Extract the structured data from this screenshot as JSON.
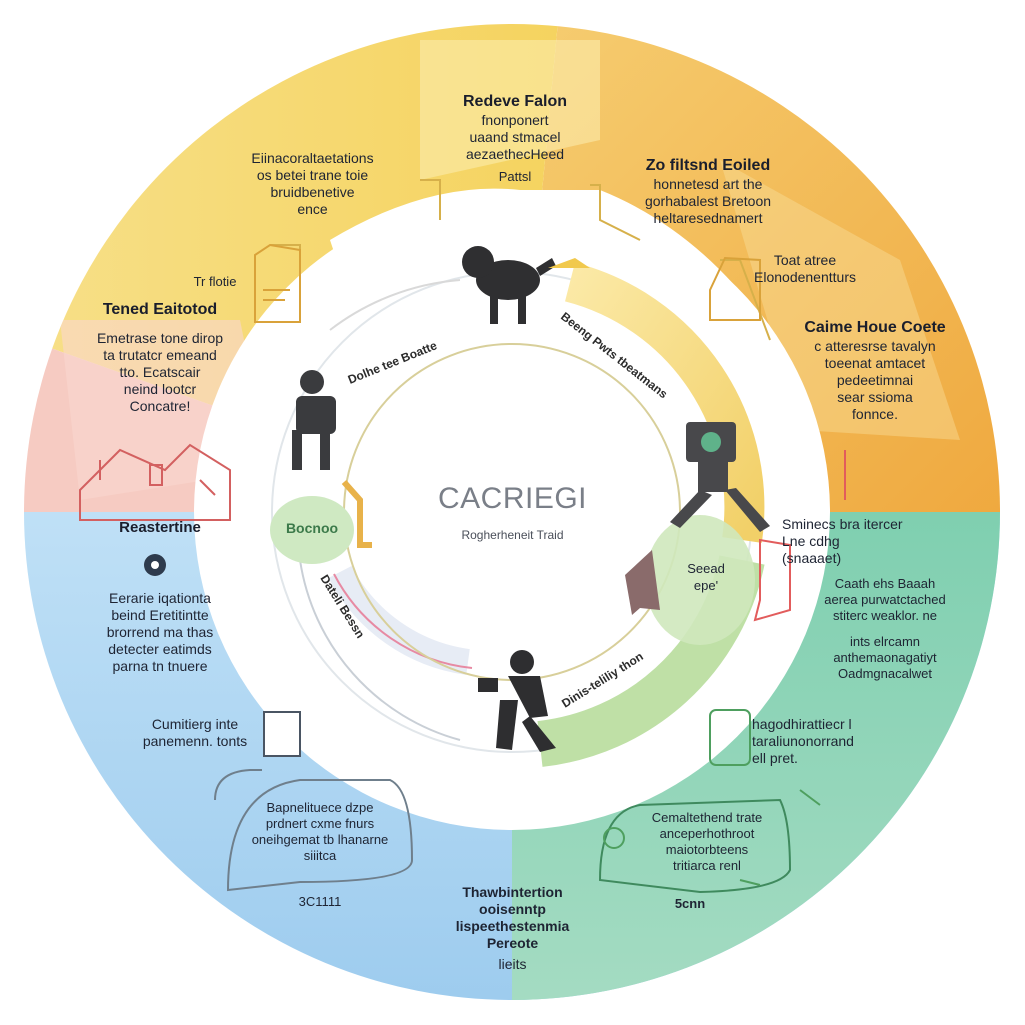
{
  "center": {
    "title": "CACRIEGI",
    "subtitle": "Rogherheneit Traid"
  },
  "colors": {
    "yellow": "#f6dc74",
    "orange": "#f2b64c",
    "pink": "#f7c9c1",
    "blue": "#a9d2ef",
    "green": "#8fd3b8",
    "inner_green": "#b8dca0",
    "ink": "#1e2433"
  },
  "segments": {
    "top": {
      "heading": "Redeve Falon",
      "lines": [
        "fnonponert",
        "uaand stmacel",
        "aezaethecHeed"
      ],
      "tag": "Pattsl"
    },
    "top_left": {
      "lines": [
        "Eiinacoraltaetations",
        "os betei trane toie",
        "bruidbenetive",
        "ence"
      ]
    },
    "left_small": {
      "label": "Tr flotie"
    },
    "left": {
      "heading": "Tened Eaitotod",
      "lines": [
        "Emetrase tone dirop",
        "ta trutatcr emeand",
        "tto. Ecatscair",
        "neind lootcr",
        "Concatre!"
      ]
    },
    "top_right": {
      "heading": "Zo filtsnd Eoiled",
      "lines": [
        "honnetesd art the",
        "gorhabalest Bretoon",
        "heltaresednamert"
      ]
    },
    "right_upper": {
      "lines": [
        "Toat atree",
        "Elonodenentturs"
      ]
    },
    "right": {
      "heading": "Caime Houe Coete",
      "lines": [
        "c atteresrse tavalyn",
        "toeenat amtacet",
        "pedeetimnai",
        "sear ssioma",
        "fonnce."
      ]
    },
    "right_mid": {
      "lines": [
        "Sminecs bra itercer",
        "Lne cdhg",
        "(snaaaet)"
      ]
    },
    "right_lower": {
      "lines": [
        "Caath ehs Baaah",
        "aerea purwatctached",
        "stiterc weaklor. ne",
        "ints elrcamn",
        "anthemaonagatiyt",
        "Oadmgnacalwet"
      ]
    },
    "bottom_right": {
      "lines": [
        "hagodhirattiecr l",
        "taraliunonorrand",
        "ell pret."
      ]
    },
    "bottom_right_box": {
      "lines": [
        "Cemaltethend trate",
        "anceperhothroot",
        "maiotorbteens",
        "tritiarca renl"
      ],
      "tag": "5cnn"
    },
    "bottom": {
      "lines": [
        "Thawbintertion",
        "ooisenntp",
        "lispeethestenmia",
        "Pereote",
        "lieits"
      ]
    },
    "bottom_left_box": {
      "lines": [
        "Bapnelituece dzpe",
        "prdnert cxme fnurs",
        "oneihgemat tb lhanarne",
        "siiitca"
      ],
      "tag": "3C1111"
    },
    "bottom_left": {
      "lines": [
        "Cumitierg inte",
        "panemenn. tonts"
      ]
    },
    "left_lower": {
      "heading": "Reastertine",
      "lines": [
        "Eerarie iqationta",
        "beind Eretitintte",
        "brorrend ma thas",
        "detecter eatimds",
        "parna tn tnuere"
      ]
    }
  },
  "ring_labels": {
    "upper_left": "Dolhe tee Boatte",
    "upper_right": "Beeng Pwts tbeatmans",
    "lower_left": "Dateli Bessn",
    "lower_right": "Dinis-teliliy thon",
    "left_badge": "Bocnoo",
    "right_inner": [
      "Seead",
      "epe'"
    ]
  },
  "icons": [
    "dog-icon",
    "person-sitting-icon",
    "robot-icon",
    "person-walking-icon",
    "ghost-icon",
    "house-icon",
    "trophy-icon",
    "book-icon",
    "key-icon"
  ]
}
